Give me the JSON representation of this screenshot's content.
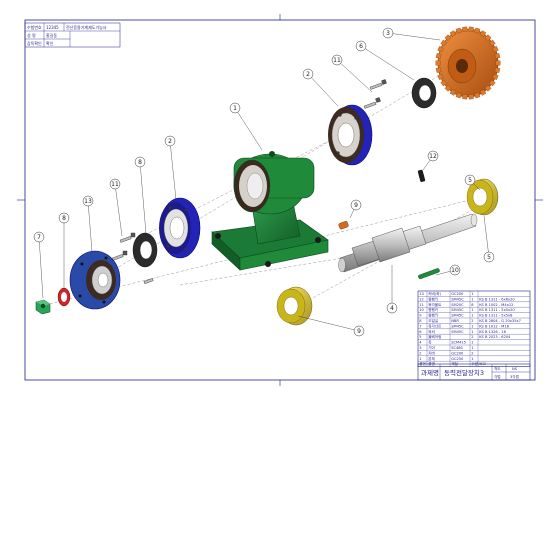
{
  "header": {
    "rows": [
      {
        "label": "수험번호",
        "value": "12345",
        "extra": "전산응용기계제도기능사"
      },
      {
        "label": "성 명",
        "value": "홍길동"
      },
      {
        "label": "감독확인",
        "value": "확인"
      }
    ]
  },
  "balloons": [
    "1",
    "2",
    "3",
    "6",
    "11",
    "2",
    "8",
    "11",
    "13",
    "9",
    "7",
    "8",
    "12",
    "5",
    "9",
    "10",
    "4",
    "5"
  ],
  "parts_table": {
    "rows": [
      {
        "no": "13",
        "name": "커버(좌)",
        "mat": "GC200",
        "qty": "1",
        "note": ""
      },
      {
        "no": "12",
        "name": "평행키",
        "mat": "SM45C",
        "qty": "1",
        "note": "KS B 1311 - 6x6x20"
      },
      {
        "no": "11",
        "name": "육각볼트",
        "mat": "SM20C",
        "qty": "8",
        "note": "KS B 1002 - M4x12"
      },
      {
        "no": "10",
        "name": "평행키",
        "mat": "SM45C",
        "qty": "1",
        "note": "KS B 1311 - 5x5x20"
      },
      {
        "no": "9",
        "name": "평행키",
        "mat": "SM45C",
        "qty": "1",
        "note": "KS B 1311 - 5x5x8"
      },
      {
        "no": "8",
        "name": "오일실",
        "mat": "NBR",
        "qty": "2",
        "note": "KS B 2804 - G 20x35x7"
      },
      {
        "no": "7",
        "name": "육각너트",
        "mat": "SM45C",
        "qty": "1",
        "note": "KS B 1012 - M16"
      },
      {
        "no": "6",
        "name": "와셔",
        "mat": "SM45C",
        "qty": "1",
        "note": "KS B 1326 - 16"
      },
      {
        "no": "5",
        "name": "볼베어링",
        "mat": "",
        "qty": "2",
        "note": "KS B 2023 - 6204"
      },
      {
        "no": "4",
        "name": "축",
        "mat": "SCM415",
        "qty": "1",
        "note": ""
      },
      {
        "no": "3",
        "name": "기어",
        "mat": "SC480",
        "qty": "1",
        "note": ""
      },
      {
        "no": "2",
        "name": "커버",
        "mat": "GC200",
        "qty": "2",
        "note": ""
      },
      {
        "no": "1",
        "name": "본체",
        "mat": "GC250",
        "qty": "1",
        "note": ""
      }
    ],
    "headers": [
      "품번",
      "품명",
      "재질",
      "수량",
      "비고"
    ]
  },
  "title_block": {
    "label": "과제명",
    "name": "동력전달장치3",
    "scale_label": "척도",
    "scale": "NS",
    "proj_label": "각법",
    "proj": "3각법"
  },
  "colors": {
    "line": "#1f1f8a",
    "body": "#1f8a3a",
    "body_dark": "#14612a",
    "cover": "#2323b8",
    "gear": "#d86a1c",
    "bearing": "#d9c81f",
    "shaft": "#c9c9c9",
    "dark": "#2b2b2b",
    "red": "#c8282a",
    "green_nut": "#27a35a"
  }
}
